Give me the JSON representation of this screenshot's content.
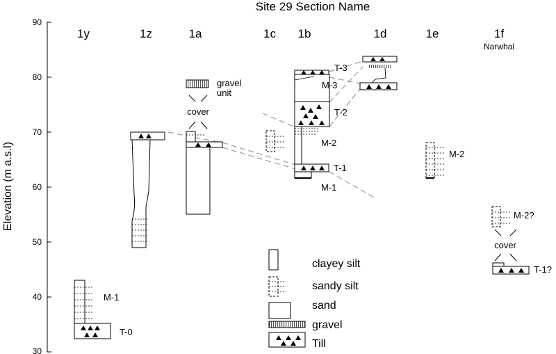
{
  "title": "Site 29 Section Name",
  "y_axis": {
    "label": "Elevation (m a.s.l)",
    "ticks": [
      "90",
      "80",
      "70",
      "60",
      "50",
      "40",
      "30"
    ]
  },
  "columns": [
    {
      "key": "1y",
      "label": "1y"
    },
    {
      "key": "1z",
      "label": "1z"
    },
    {
      "key": "1a",
      "label": "1a"
    },
    {
      "key": "1c",
      "label": "1c"
    },
    {
      "key": "1b",
      "label": "1b"
    },
    {
      "key": "1d",
      "label": "1d"
    },
    {
      "key": "1e",
      "label": "1e"
    },
    {
      "key": "1f",
      "label": "1f",
      "sublabel": "Narwhal"
    }
  ],
  "unit_labels": {
    "y_m1": "M-1",
    "y_t0": "T-0",
    "a_gravel_1": "gravel",
    "a_gravel_2": "unit",
    "a_cover": "cover",
    "b_t3": "T-3",
    "b_m3": "M-3",
    "b_t2": "T-2",
    "b_m2": "M-2",
    "b_t1": "T-1",
    "b_m1": "M-1",
    "e_m2": "M-2",
    "f_m2": "M-2?",
    "f_cover": "cover",
    "f_t1": "T-1?"
  },
  "legend": {
    "clayey_silt": "clayey silt",
    "sandy_silt": "sandy silt",
    "sand": "sand",
    "gravel": "gravel",
    "till": "Till"
  }
}
